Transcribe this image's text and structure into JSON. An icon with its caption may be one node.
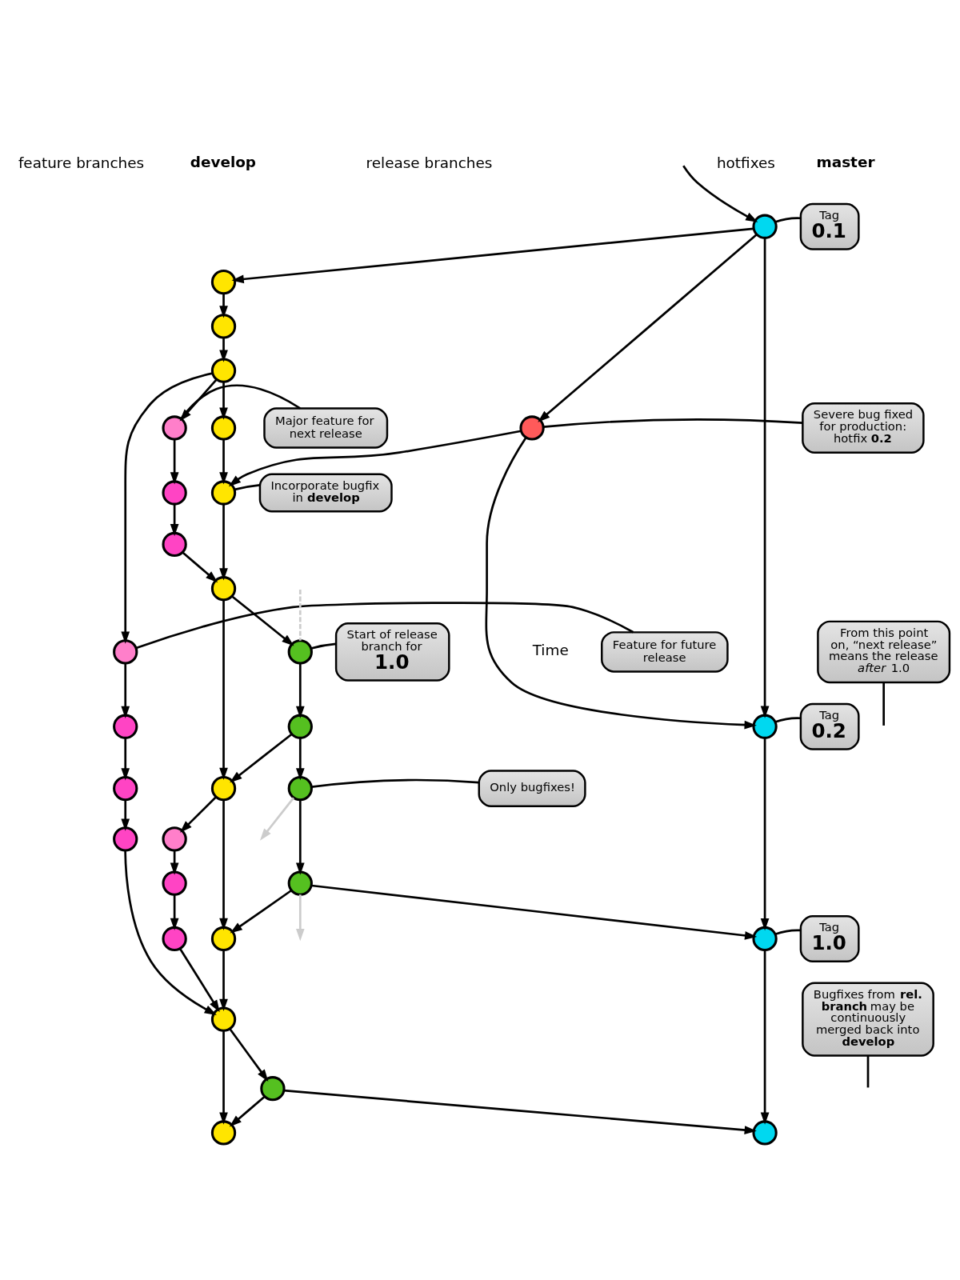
{
  "diagram": {
    "nodes": [
      {
        "text": [],
        "shape": "circle"
      },
      {
        "text": [],
        "shape": "circle"
      },
      {
        "text": [],
        "shape": "circle"
      },
      {
        "text": [],
        "shape": "circle"
      },
      {
        "text": [],
        "shape": "circle"
      },
      {
        "text": [],
        "shape": "circle"
      },
      {
        "text": [],
        "shape": "circle"
      },
      {
        "text": [],
        "shape": "circle"
      },
      {
        "text": [],
        "shape": "circle"
      },
      {
        "text": [],
        "shape": "circle"
      },
      {
        "text": [],
        "shape": "circle"
      },
      {
        "text": [],
        "shape": "circle"
      },
      {
        "text": [],
        "shape": "circle"
      },
      {
        "text": [],
        "shape": "circle"
      },
      {
        "text": [],
        "shape": "circle"
      },
      {
        "text": [],
        "shape": "circle"
      },
      {
        "text": [],
        "shape": "circle"
      },
      {
        "text": [],
        "shape": "circle"
      },
      {
        "text": [],
        "shape": "circle"
      },
      {
        "text": [],
        "shape": "circle"
      },
      {
        "text": [],
        "shape": "circle"
      },
      {
        "text": [],
        "shape": "circle"
      },
      {
        "text": [],
        "shape": "circle"
      },
      {
        "text": [],
        "shape": "circle"
      },
      {
        "text": [],
        "shape": "circle"
      },
      {
        "text": [],
        "shape": "circle"
      },
      {
        "text": [],
        "shape": "circle"
      },
      {
        "text": [],
        "shape": "circle"
      },
      {
        "text": [],
        "shape": "circle"
      },
      {
        "text": [],
        "shape": "circle"
      },
      {
        "text": [
          "Tag",
          "0.1"
        ]
      },
      {
        "text": [
          "Feature for future release"
        ]
      },
      {
        "text": [
          "Major feature for next release"
        ]
      },
      {
        "text": [
          "Severe bug fixed for production: hotfix **0.2**"
        ]
      },
      {
        "text": [
          "Incorporate bugfix in **develop**"
        ]
      },
      {
        "text": [
          "Tag",
          "0.2"
        ]
      },
      {
        "text": [
          "Start of release branch for",
          "1.0"
        ]
      },
      {
        "text": [
          "From this point on, “next release” means the release *after* 1.0"
        ]
      },
      {
        "text": [
          "Only bugfixes!"
        ]
      },
      {
        "text": [
          "Bugfixes from **rel. branch** may be continuously merged back into **develop**"
        ]
      },
      {
        "text": [
          "Tag",
          "1.0"
        ]
      }
    ],
    "edges": [
      {
        "from": null,
        "to": 0,
        "arrow": "to"
      },
      {
        "from": 0,
        "to": 4,
        "arrow": "to"
      },
      {
        "from": 0,
        "to": 29,
        "arrow": "to"
      },
      {
        "from": 0,
        "to": 1,
        "arrow": "to"
      },
      {
        "from": 4,
        "to": 5,
        "arrow": "to"
      },
      {
        "from": 5,
        "to": 6,
        "arrow": "to"
      },
      {
        "from": 6,
        "to": 7,
        "arrow": "to"
      },
      {
        "from": 7,
        "to": 8,
        "arrow": "to"
      },
      {
        "from": 8,
        "to": 9,
        "arrow": "to"
      },
      {
        "from": 9,
        "to": 10,
        "arrow": "to"
      },
      {
        "from": 10,
        "to": 11,
        "arrow": "to"
      },
      {
        "from": 11,
        "to": 12,
        "arrow": "to"
      },
      {
        "from": 12,
        "to": 13,
        "arrow": "to"
      },
      {
        "from": 6,
        "to": 14,
        "arrow": "to"
      },
      {
        "from": 6,
        "to": 18,
        "arrow": "to"
      },
      {
        "from": 14,
        "to": 15,
        "arrow": "to"
      },
      {
        "from": 15,
        "to": 16,
        "arrow": "to"
      },
      {
        "from": 16,
        "to": 17,
        "arrow": "to"
      },
      {
        "from": 18,
        "to": 19,
        "arrow": "to"
      },
      {
        "from": 19,
        "to": 20,
        "arrow": "to"
      },
      {
        "from": 20,
        "to": 9,
        "arrow": "to"
      },
      {
        "from": 29,
        "to": 8,
        "arrow": "to"
      },
      {
        "from": 29,
        "to": 1,
        "arrow": "to"
      },
      {
        "from": 9,
        "to": 24,
        "arrow": "to"
      },
      {
        "from": null,
        "to": 24,
        "arrow": "none",
        "style": "dashed",
        "color": "#cccccc"
      },
      {
        "from": 24,
        "to": 25,
        "arrow": "to"
      },
      {
        "from": 25,
        "to": 26,
        "arrow": "to"
      },
      {
        "from": 26,
        "to": 27,
        "arrow": "to"
      },
      {
        "from": 25,
        "to": 10,
        "arrow": "to"
      },
      {
        "from": 10,
        "to": 21,
        "arrow": "to"
      },
      {
        "from": 21,
        "to": 22,
        "arrow": "to"
      },
      {
        "from": 22,
        "to": 23,
        "arrow": "to"
      },
      {
        "from": 26,
        "to": null,
        "arrow": "to",
        "color": "#cccccc"
      },
      {
        "from": 27,
        "to": null,
        "arrow": "to",
        "color": "#cccccc"
      },
      {
        "from": 27,
        "to": 11,
        "arrow": "to"
      },
      {
        "from": 27,
        "to": 2,
        "arrow": "to"
      },
      {
        "from": 1,
        "to": 2,
        "arrow": "to"
      },
      {
        "from": 23,
        "to": 12,
        "arrow": "to"
      },
      {
        "from": 17,
        "to": 12,
        "arrow": "to"
      },
      {
        "from": 12,
        "to": 28,
        "arrow": "to"
      },
      {
        "from": 28,
        "to": 13,
        "arrow": "to"
      },
      {
        "from": 28,
        "to": 3,
        "arrow": "to"
      },
      {
        "from": 2,
        "to": 3,
        "arrow": "to"
      },
      {
        "from": 30,
        "to": 0,
        "arrow": "none"
      },
      {
        "from": 31,
        "to": 14,
        "arrow": "none"
      },
      {
        "from": 32,
        "to": 18,
        "arrow": "none"
      },
      {
        "from": 33,
        "to": 29,
        "arrow": "none"
      },
      {
        "from": 34,
        "to": 8,
        "arrow": "none"
      },
      {
        "from": 35,
        "to": 1,
        "arrow": "none"
      },
      {
        "from": 36,
        "to": 24,
        "arrow": "none"
      },
      {
        "from": 37,
        "to": null,
        "arrow": "none"
      },
      {
        "from": 38,
        "to": 26,
        "arrow": "none"
      },
      {
        "from": 39,
        "to": null,
        "arrow": "none"
      },
      {
        "from": 40,
        "to": 2,
        "arrow": "none"
      }
    ],
    "labels": [
      "feature branches",
      "develop",
      "release branches",
      "hotfixes",
      "master",
      "Time"
    ]
  }
}
